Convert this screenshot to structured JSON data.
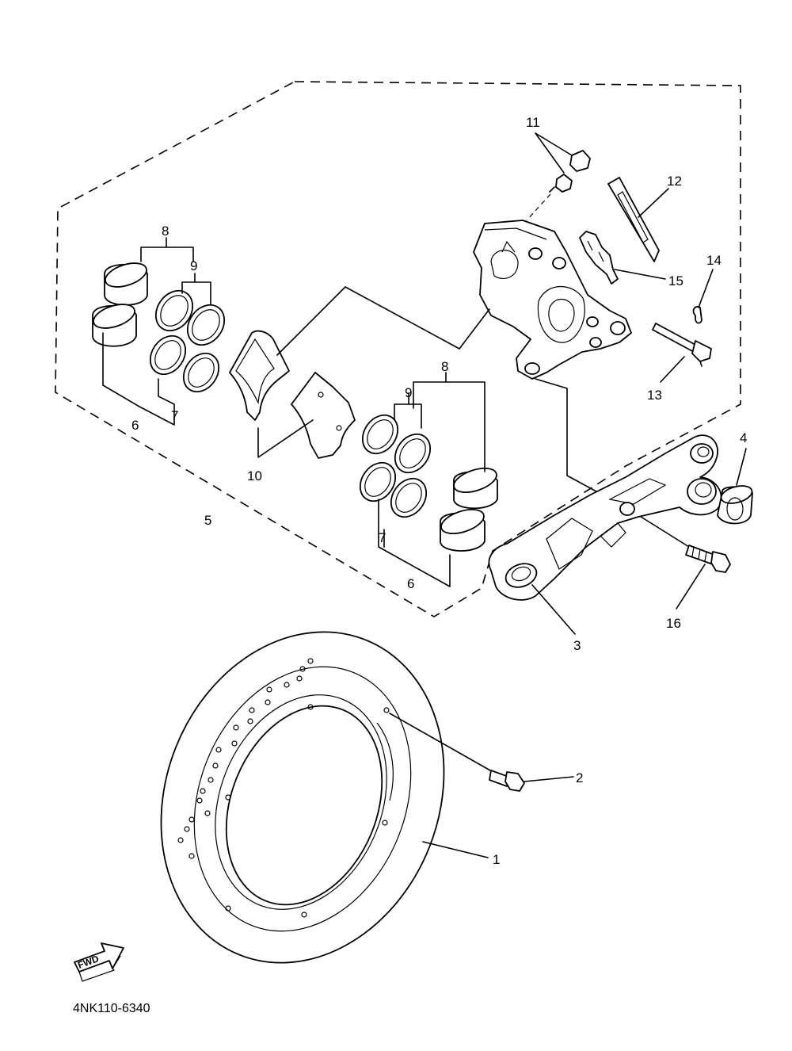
{
  "diagram": {
    "code": "4NK110-6340",
    "fwd_label": "FWD",
    "callouts": {
      "c1": "1",
      "c2": "2",
      "c3": "3",
      "c4": "4",
      "c5": "5",
      "c6a": "6",
      "c6b": "6",
      "c7a": "7",
      "c7b": "7",
      "c8a": "8",
      "c8b": "8",
      "c9a": "9",
      "c9b": "9",
      "c10": "10",
      "c11": "11",
      "c12": "12",
      "c13": "13",
      "c14": "14",
      "c15": "15",
      "c16": "16"
    }
  }
}
